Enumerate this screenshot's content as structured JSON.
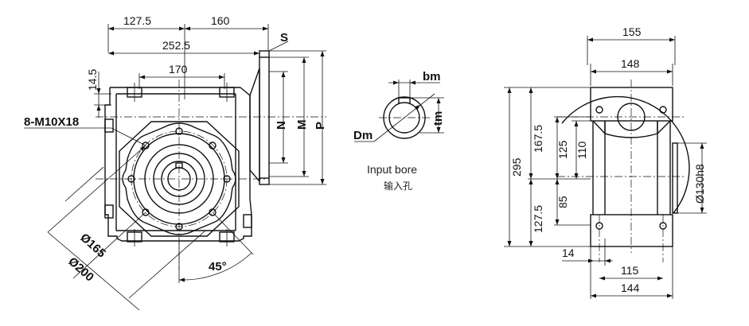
{
  "front_view": {
    "dims": {
      "d_127_5": "127.5",
      "d_160": "160",
      "d_252_5": "252.5",
      "d_14_5": "14.5",
      "d_170": "170",
      "s": "S",
      "n": "N",
      "m": "M",
      "p": "P",
      "thread": "8-M10X18",
      "d_165": "Ø165",
      "d_200": "Ø200",
      "angle": "45°"
    }
  },
  "input_bore": {
    "bm": "bm",
    "tm": "tm",
    "dm": "Dm",
    "label_en": "Input bore",
    "label_cn": "输入孔"
  },
  "side_view": {
    "dims": {
      "d_155": "155",
      "d_148": "148",
      "d_295": "295",
      "d_167_5": "167.5",
      "d_125": "125",
      "d_110": "110",
      "d_85": "85",
      "d_127_5": "127.5",
      "d_130h8": "Ø130h8",
      "d_14": "14",
      "d_115": "115",
      "d_144": "144"
    }
  }
}
